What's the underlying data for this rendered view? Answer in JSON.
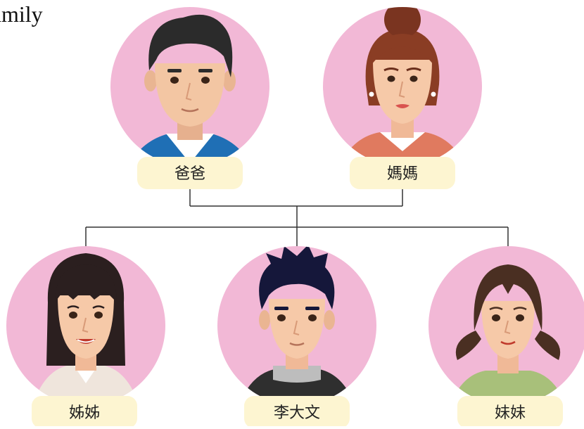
{
  "heading": "Family",
  "colors": {
    "circle": "#f2b8d6",
    "label_bg": "#fdf5d1",
    "line": "#333333"
  },
  "members": {
    "father": {
      "label": "爸爸",
      "icon": "father-avatar-icon"
    },
    "mother": {
      "label": "媽媽",
      "icon": "mother-avatar-icon"
    },
    "sister_older": {
      "label": "姊姊",
      "icon": "older-sister-avatar-icon"
    },
    "self": {
      "label": "李大文",
      "icon": "boy-avatar-icon"
    },
    "sister_younger": {
      "label": "妹妹",
      "icon": "younger-sister-avatar-icon"
    }
  }
}
